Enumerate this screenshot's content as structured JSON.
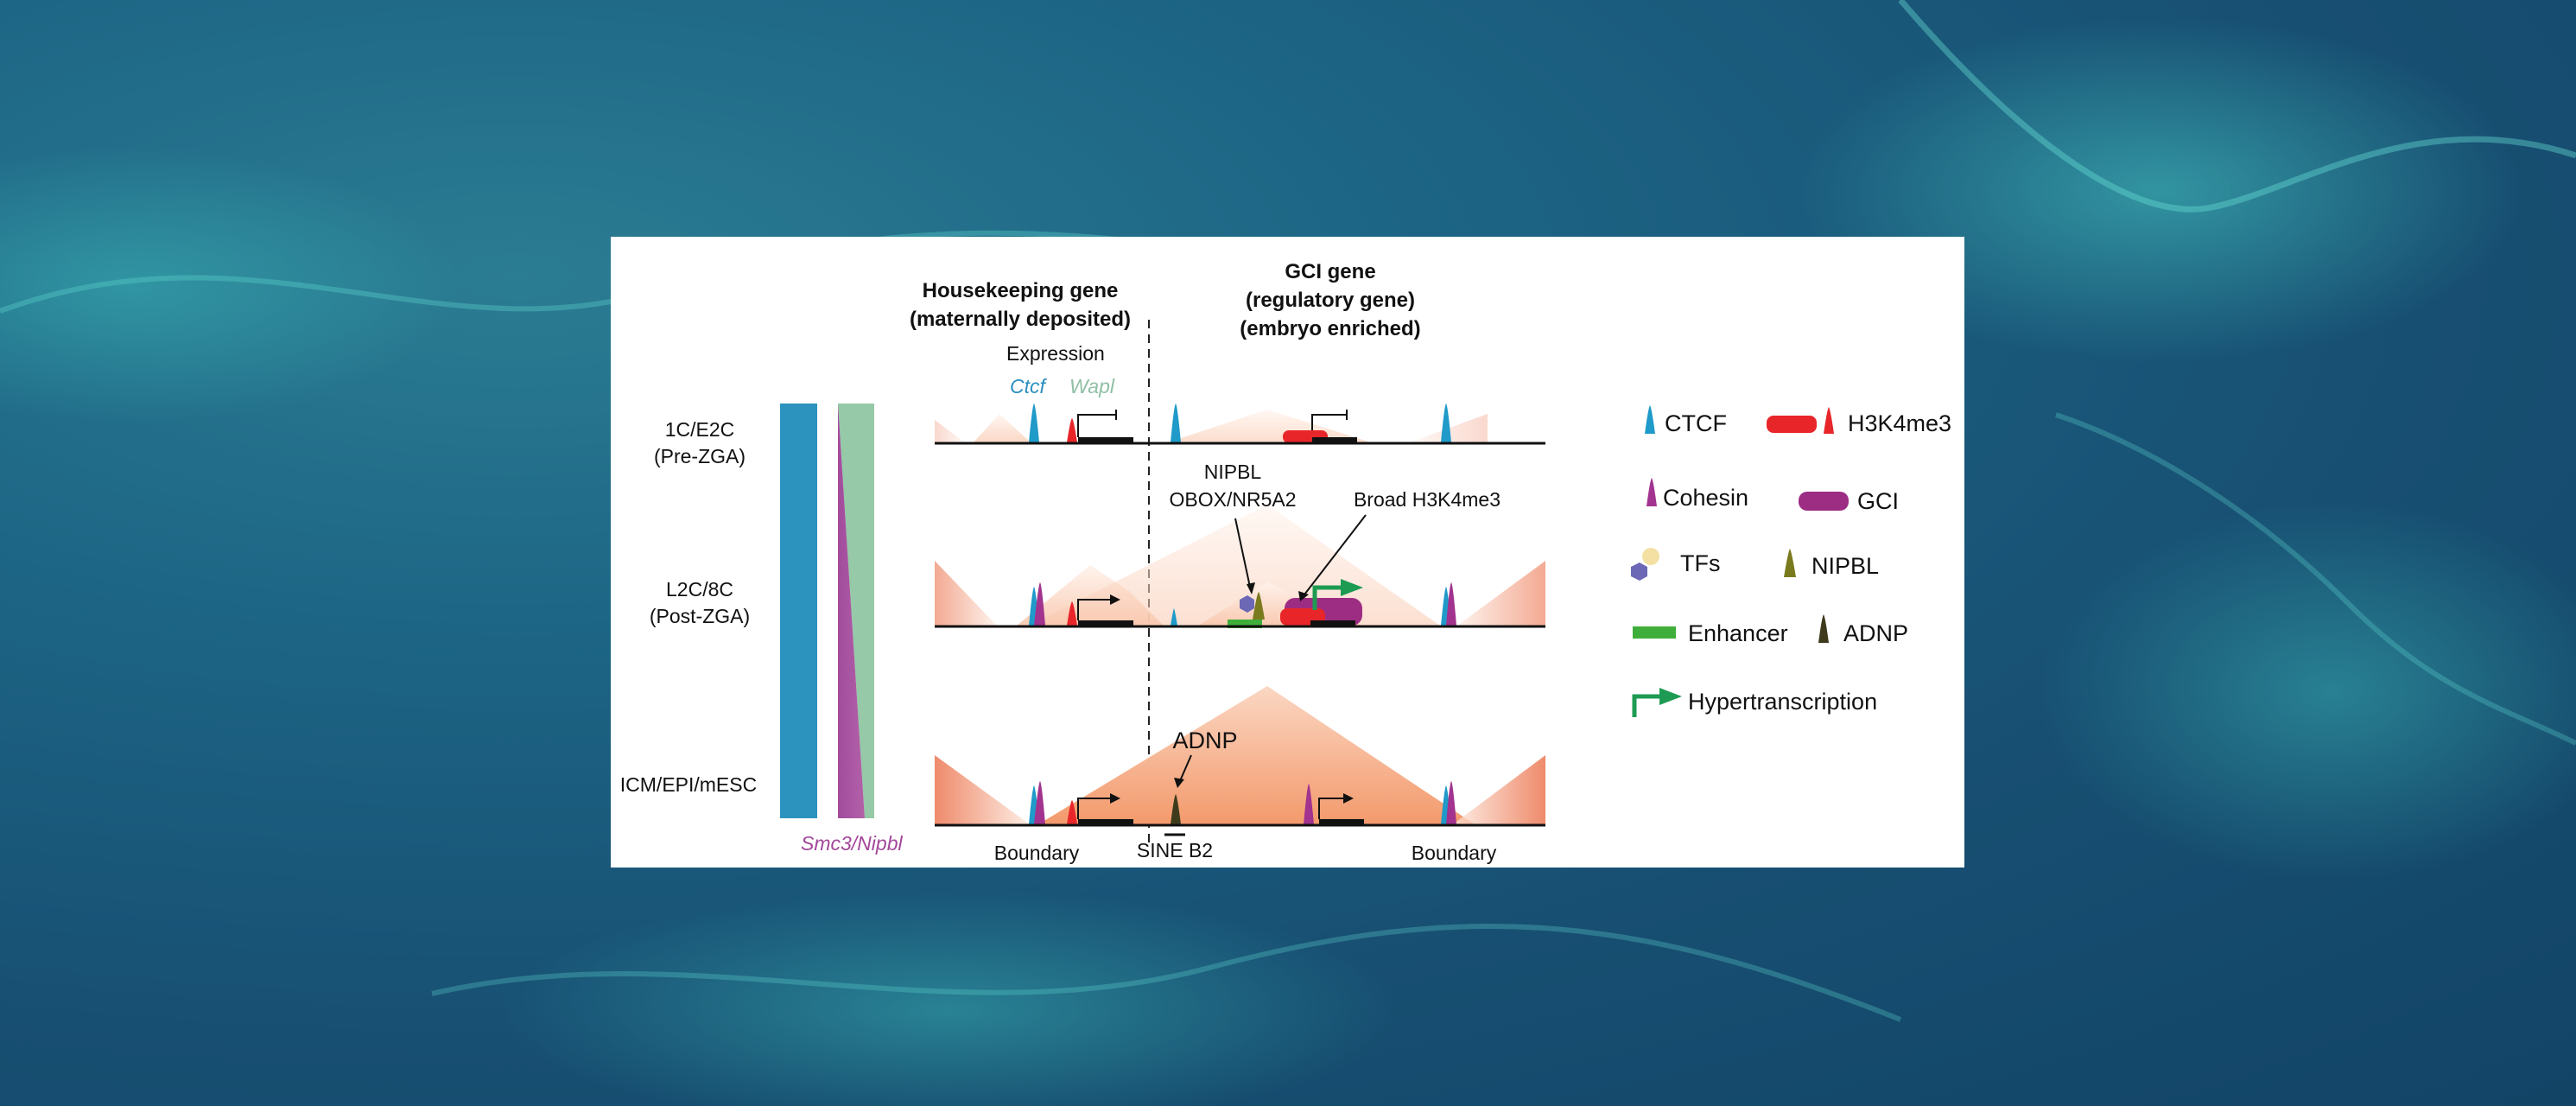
{
  "headings": {
    "housekeeping_line1": "Housekeeping gene",
    "housekeeping_line2": "(maternally deposited)",
    "gci_line1": "GCI gene",
    "gci_line2": "(regulatory gene)",
    "gci_line3": "(embryo enriched)"
  },
  "expression": {
    "title": "Expression",
    "ctcf": "Ctcf",
    "wapl": "Wapl",
    "smc3_nipbl": "Smc3/Nipbl"
  },
  "stages": [
    {
      "line1": "1C/E2C",
      "line2": "(Pre-ZGA)"
    },
    {
      "line1": "L2C/8C",
      "line2": "(Post-ZGA)"
    },
    {
      "line1": "ICM/EPI/mESC",
      "line2": ""
    }
  ],
  "annotations": {
    "nipbl": "NIPBL",
    "obox": "OBOX/NR5A2",
    "broad_h3k4me3": "Broad H3K4me3",
    "adnp": "ADNP",
    "boundary_left": "Boundary",
    "boundary_right": "Boundary",
    "sine_b2": "SINE B2"
  },
  "legend": {
    "ctcf": "CTCF",
    "h3k4me3": "H3K4me3",
    "cohesin": "Cohesin",
    "gci": "GCI",
    "tfs": "TFs",
    "nipbl": "NIPBL",
    "enhancer": "Enhancer",
    "adnp": "ADNP",
    "hypertranscription": "Hypertranscription"
  },
  "colors": {
    "ctcf": "#1f9ac9",
    "h3k4me3": "#e8262a",
    "cohesin": "#a2338f",
    "gci": "#9c2d83",
    "tf_yellow": "#f3e0a2",
    "tf_blue": "#6c68b5",
    "nipbl": "#7a7a1e",
    "enhancer": "#3fae3a",
    "adnp": "#3d3b1c",
    "hypertranscription": "#1d9b53",
    "ctcf_bar": "#2b93bd",
    "smc3_bar": "#a24b9c",
    "wapl_bar": "#95c9a7",
    "wapl_text": "#8fbfa5",
    "smc3_text": "#a2479a",
    "ctcf_text": "#2a8fc0",
    "tad_fill": "#f29668"
  }
}
